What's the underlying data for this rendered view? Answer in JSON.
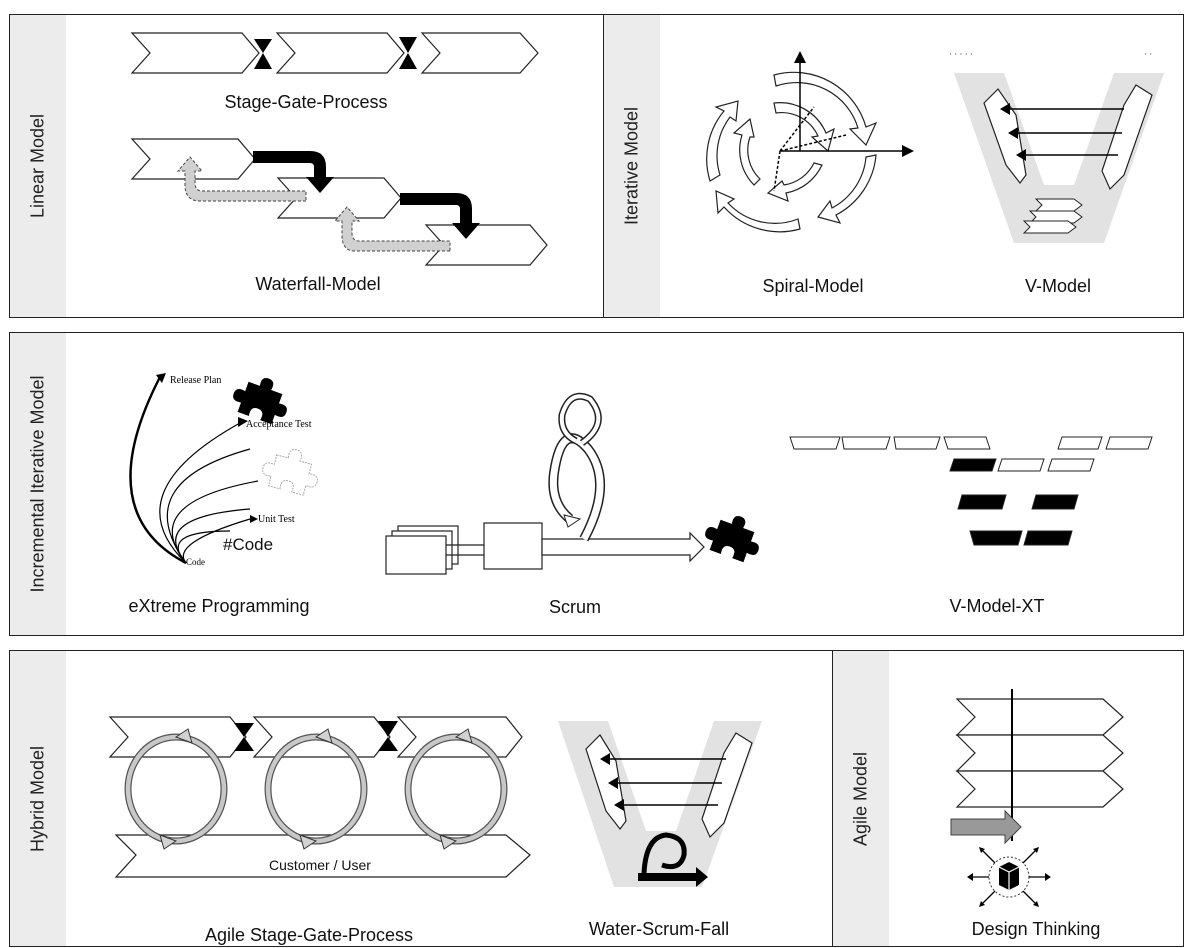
{
  "panels": {
    "linear": {
      "side_label": "Linear Model",
      "stage_gate": "Stage-Gate-Process",
      "waterfall": "Waterfall-Model"
    },
    "iterative": {
      "side_label": "Iterative Model",
      "spiral": "Spiral-Model",
      "vmodel": "V-Model"
    },
    "incremental": {
      "side_label": "Incremental Iterative Model",
      "xp": "eXtreme Programming",
      "scrum": "Scrum",
      "vmodelxt": "V-Model-XT",
      "xp_labels": {
        "release_plan": "Release Plan",
        "acceptance_test": "Acceptance Test",
        "unit_test": "Unit Test",
        "code": "Code",
        "hashcode": "#Code"
      }
    },
    "hybrid": {
      "side_label": "Hybrid Model",
      "agile_stage_gate": "Agile Stage-Gate-Process",
      "customer": "Customer / User",
      "water_scrum_fall": "Water-Scrum-Fall"
    },
    "agile": {
      "side_label": "Agile Model",
      "design_thinking": "Design Thinking"
    }
  },
  "colors": {
    "side_bar": "#ececec",
    "border": "#222222",
    "shade": "#dcdcdc",
    "arrow_fill": "#000000"
  }
}
